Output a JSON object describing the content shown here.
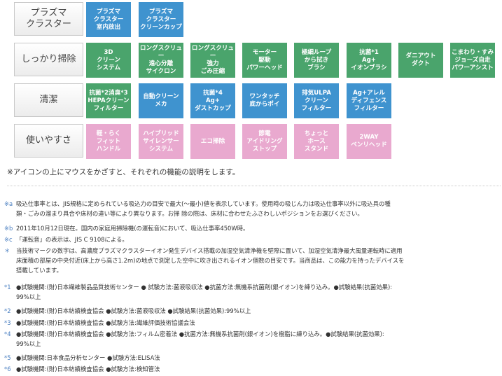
{
  "rows": [
    {
      "label": "プラズマ\nクラスター",
      "tiles": [
        {
          "text": "プラズマ\nクラスター\n室内放出",
          "color": "blue"
        },
        {
          "text": "プラズマ\nクラスター\nクリーンカップ",
          "color": "blue"
        }
      ]
    },
    {
      "label": "しっかり掃除",
      "tiles": [
        {
          "text": "3D\nクリーン\nシステム",
          "color": "green"
        },
        {
          "text": "ロングスクリュー\n遠心分離\nサイクロン",
          "color": "green"
        },
        {
          "text": "ロングスクリュー\n強力\nごみ圧縮",
          "color": "green"
        },
        {
          "text": "モーター\n駆動\nパワーヘッド",
          "color": "green"
        },
        {
          "text": "極細ループ\nから拭き\nブラシ",
          "color": "green"
        },
        {
          "text": "抗菌*1\nAg+\nイオンブラシ",
          "color": "green"
        },
        {
          "text": "ダニアウト\nダクト",
          "color": "green"
        },
        {
          "text": "こまわり・すみ\nジョーズ自走\nパワーアシスト",
          "color": "green"
        }
      ]
    },
    {
      "label": "清潔",
      "tiles": [
        {
          "text": "抗菌*2消臭*3\nHEPAクリーン\nフィルター",
          "color": "green"
        },
        {
          "text": "自動クリーン\nメカ",
          "color": "blue"
        },
        {
          "text": "抗菌*4\nAg+\nダストカップ",
          "color": "blue"
        },
        {
          "text": "ワンタッチ\n底からポイ",
          "color": "blue"
        },
        {
          "text": "排気ULPA\nクリーン\nフィルター",
          "color": "blue"
        },
        {
          "text": "Ag+アレル\nディフェンス\nフィルター",
          "color": "blue"
        }
      ]
    },
    {
      "label": "使いやすさ",
      "tiles": [
        {
          "text": "軽・らく\nフィット\nハンドル",
          "color": "pink"
        },
        {
          "text": "ハイブリッド\nサイレンサー\nシステム",
          "color": "pink"
        },
        {
          "text": "エコ掃除",
          "color": "pink"
        },
        {
          "text": "節電\nアイドリング\nストップ",
          "color": "pink"
        },
        {
          "text": "ちょっと\nホース\nスタンド",
          "color": "pink"
        },
        {
          "text": "2WAY\nベンリヘッド",
          "color": "pink"
        }
      ]
    }
  ],
  "note": "※アイコンの上にマウスをかざすと、それぞれの機能の説明をします。",
  "footnotes": [
    {
      "mark": "※a",
      "text": "吸込仕事率とは、JIS規格に定められている吸込力の目安で最大(～最小)値を表示しています。使用時の吸じん力は吸込仕事率以外に吸込具の種\n類・ごみの溜まり具合や床材の違い等により異なります。お掃 除の際は、床材に合わせたふさわしいポジションをお選びください。"
    },
    {
      "mark": "※b",
      "text": "2011年10月12日現在。国内の家庭用掃除機(の運転音)において、吸込仕事率450W時。"
    },
    {
      "mark": "※c",
      "text": "「運転音」の表示は、JIS C 9108による。"
    },
    {
      "mark": "＊",
      "text": "当技術マークの数字は、高濃度プラズマクラスターイオン発生デバイス搭載の加湿空気清浄機を壁際に置いて、加湿空気清浄最大風量運転時に適用\n床面積の部屋の中央付近(床上から高さ1.2m)の地点で測定した空中に吹き出されるイオン個数の目安です。当商品は、この能力を持ったデバイスを\n搭載しています。"
    },
    {
      "mark": "*1",
      "text": "●試験機関:(財)日本繊維製品品質技術センター ● 試験方法:菌液吸収法 ●抗菌方法:無機系抗菌剤(銀イオン)を練り込み。●試験結果(抗菌効果):\n99%以上"
    },
    {
      "mark": "*2",
      "text": "●試験機関:(財)日本紡績検査協会 ●試験方法:菌液吸収法 ●試験結果(抗菌効果):99%以上"
    },
    {
      "mark": "*3",
      "text": "●試験機関:(財)日本紡績検査協会 ●試験方法:繊維評価技術協議会法"
    },
    {
      "mark": "*4",
      "text": "●試験機関:(財)日本紡績検査協会 ●試験方法:フィルム密着法 ●抗菌方法:無機系抗菌剤(銀イオン)を樹脂に練り込み。●試験結果(抗菌効果):\n99%以上"
    },
    {
      "mark": "*5",
      "text": "●試験機関:日本食品分析センター ●試験方法:ELISA法"
    },
    {
      "mark": "*6",
      "text": "●試験機関:(財)日本紡績検査協会 ●試験方法:検知管法"
    }
  ]
}
